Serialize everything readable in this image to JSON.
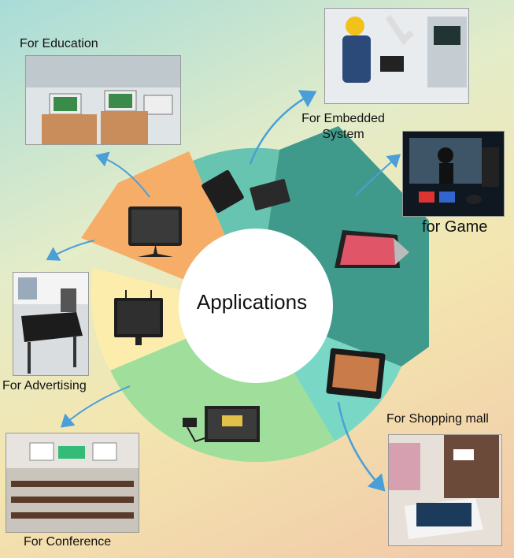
{
  "center_title": "Applications",
  "labels": {
    "education": "For Education",
    "embedded": "For Embedded System",
    "game": "for Game",
    "advertising": "For Advertising",
    "shopping": "For Shopping mall",
    "conference": "For Conference"
  },
  "colors": {
    "orange": "#f6ad68",
    "teal": "#66c4b1",
    "dark_teal": "#3f9a8c",
    "light_teal": "#79d7c6",
    "green": "#9fdf9b",
    "yellow": "#fcedac",
    "arrow": "#4a9fd8"
  }
}
